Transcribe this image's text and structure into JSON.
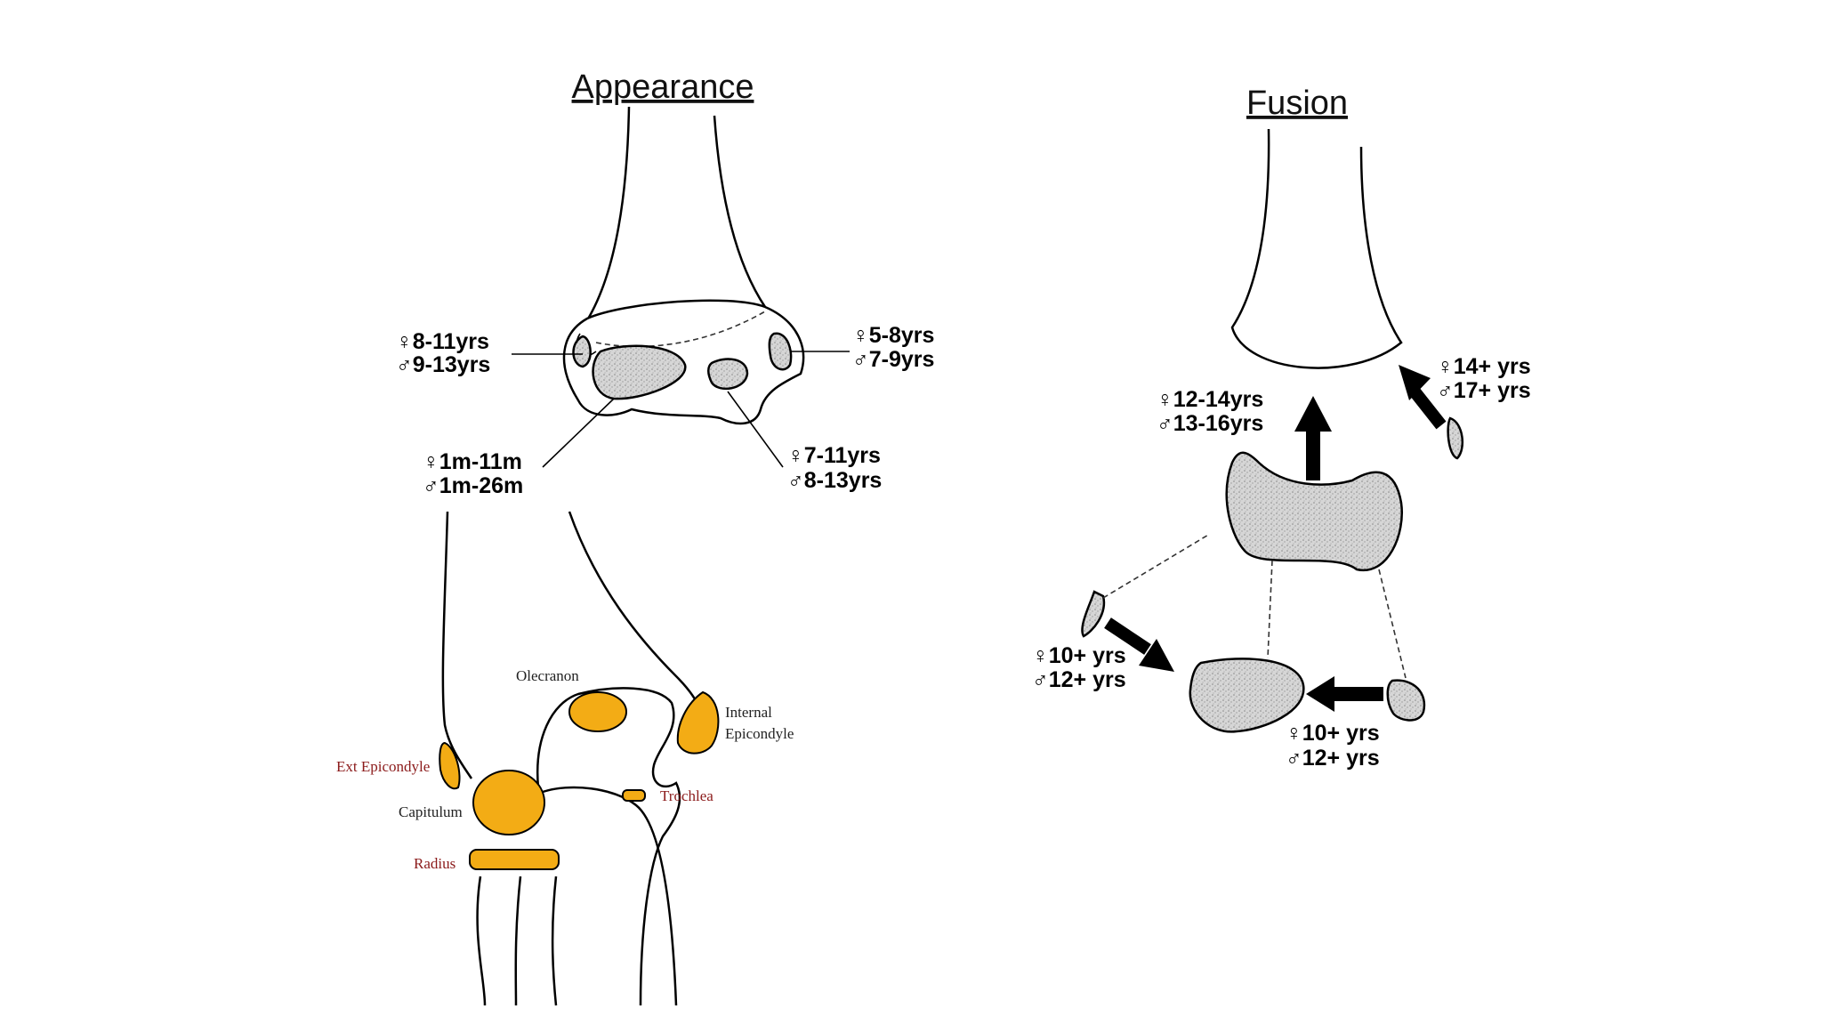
{
  "appearance": {
    "title": "Appearance",
    "labels": {
      "lateral_epicondyle": {
        "female": "♀8-11yrs",
        "male": "♂9-13yrs"
      },
      "medial_epicondyle": {
        "female": "♀5-8yrs",
        "male": "♂7-9yrs"
      },
      "capitulum": {
        "female": "♀1m-11m",
        "male": "♂1m-26m"
      },
      "trochlea": {
        "female": "♀7-11yrs",
        "male": "♂8-13yrs"
      }
    },
    "anatomy": {
      "olecranon": "Olecranon",
      "internal_epicondyle_line1": "Internal",
      "internal_epicondyle_line2": "Epicondyle",
      "ext_epicondyle": "Ext Epicondyle",
      "capitulum": "Capitulum",
      "trochlea": "Trochlea",
      "radius": "Radius"
    }
  },
  "fusion": {
    "title": "Fusion",
    "labels": {
      "to_shaft": {
        "female": "♀12-14yrs",
        "male": "♂13-16yrs"
      },
      "medial": {
        "female": "♀14+ yrs",
        "male": "♂17+ yrs"
      },
      "lateral": {
        "female": "♀10+ yrs",
        "male": "♂12+ yrs"
      },
      "trochlear": {
        "female": "♀10+ yrs",
        "male": "♂12+ yrs"
      }
    }
  },
  "colors": {
    "cartilage": "#f3ac15",
    "ossification": "#d9d9d9",
    "outline": "#000000"
  }
}
